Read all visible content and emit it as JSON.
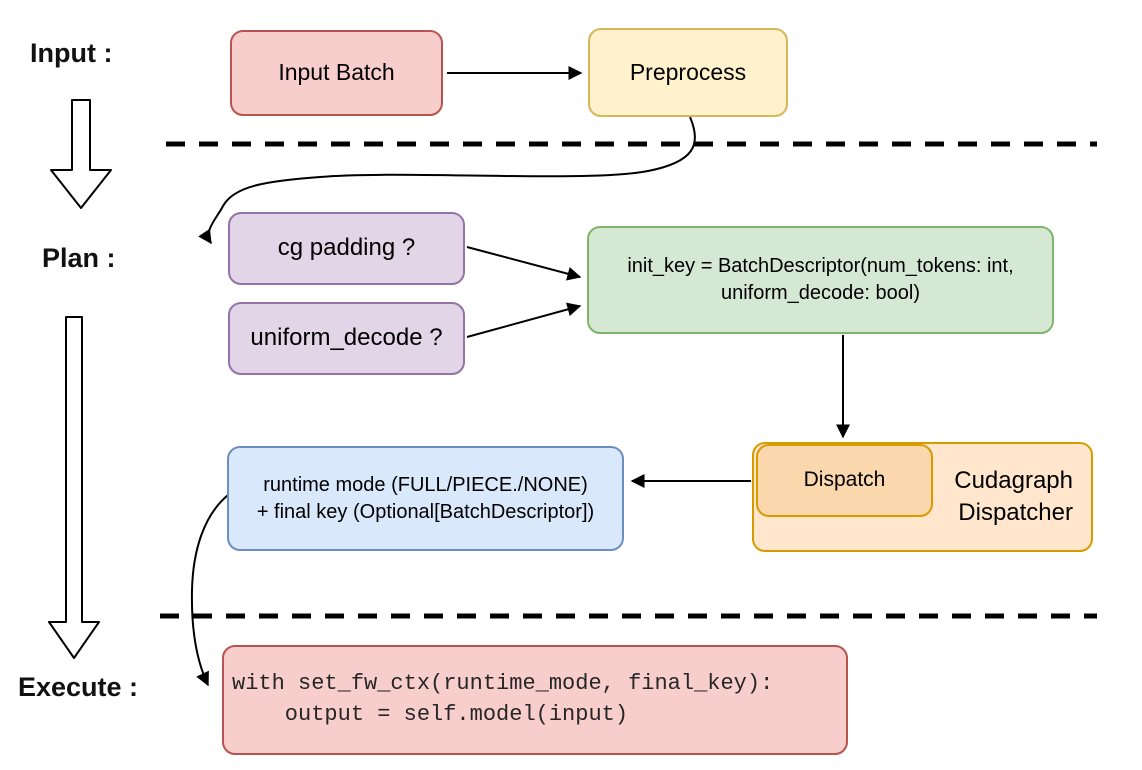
{
  "sections": {
    "input_label": "Input :",
    "plan_label": "Plan :",
    "execute_label": "Execute :"
  },
  "nodes": {
    "input_batch": {
      "label": "Input Batch",
      "fill": "#f8cecc",
      "stroke": "#b85450"
    },
    "preprocess": {
      "label": "Preprocess",
      "fill": "#fff2cc",
      "stroke": "#d6b656"
    },
    "cg_padding": {
      "label": "cg padding ?",
      "fill": "#e1d5e7",
      "stroke": "#9673a6"
    },
    "uniform_decode": {
      "label": "uniform_decode ?",
      "fill": "#e1d5e7",
      "stroke": "#9673a6"
    },
    "init_key": {
      "lines": [
        "init_key = BatchDescriptor(num_tokens: int,",
        "uniform_decode: bool)"
      ],
      "fill": "#d5e8d4",
      "stroke": "#82b366"
    },
    "dispatch": {
      "label": "Dispatch",
      "fill": "#fad7ac",
      "stroke": "#d79b00"
    },
    "cudagraph_dispatcher": {
      "lines": [
        "Cudagraph",
        "Dispatcher"
      ],
      "fill": "#ffe6cc",
      "stroke": "#d79b00"
    },
    "runtime_mode": {
      "lines": [
        "runtime mode (FULL/PIECE./NONE)",
        "+ final key (Optional[BatchDescriptor])"
      ],
      "fill": "#dae8fc",
      "stroke": "#6c8ebf"
    },
    "execute_code": {
      "lines": [
        "with set_fw_ctx(runtime_mode, final_key):",
        "    output = self.model(input)"
      ],
      "fill": "#f8cecc",
      "stroke": "#b85450"
    }
  },
  "line_color": "#000000"
}
